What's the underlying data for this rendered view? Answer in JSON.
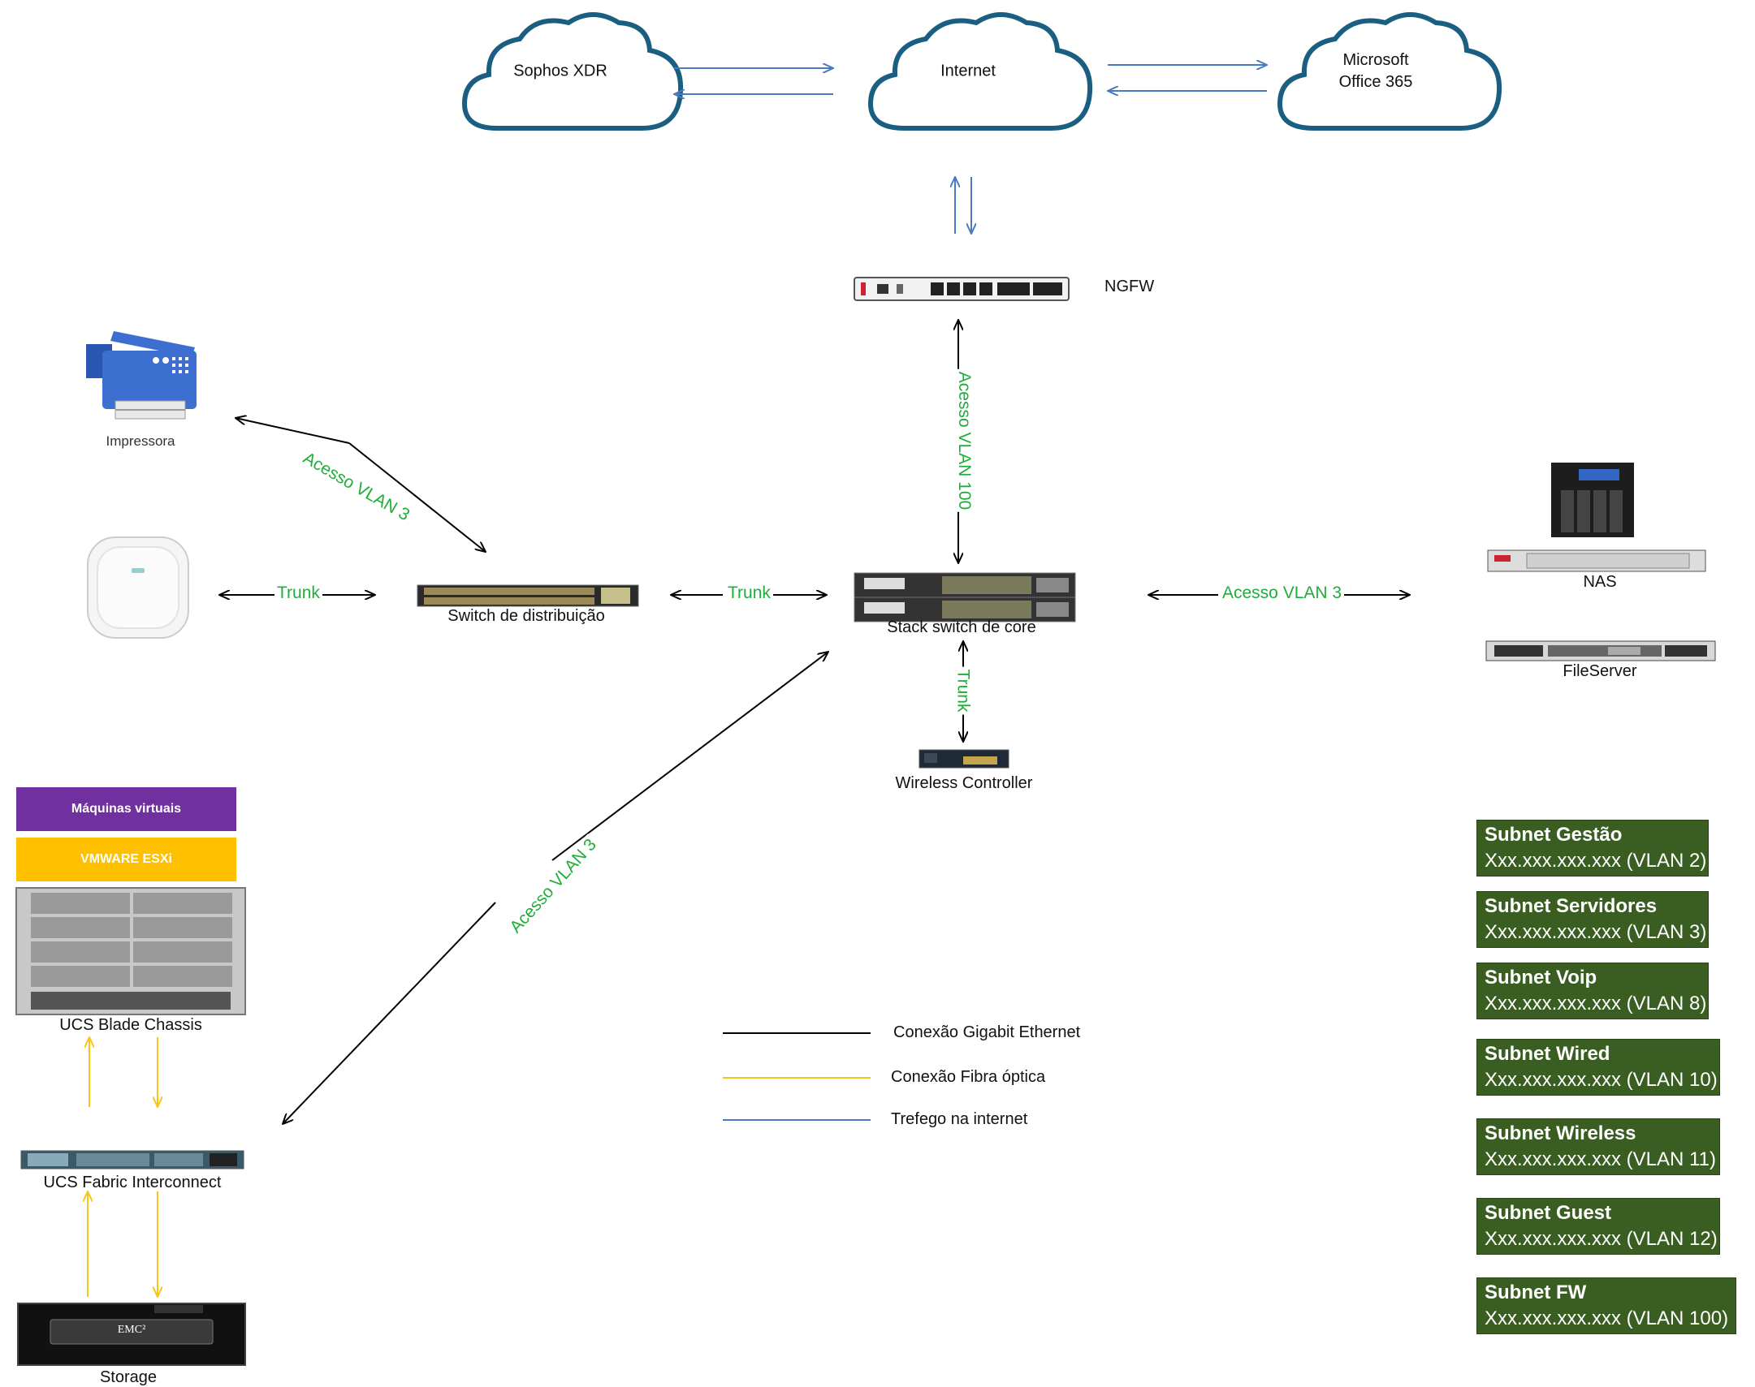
{
  "clouds": {
    "sophos": "Sophos XDR",
    "internet": "Internet",
    "office_line1": "Microsoft",
    "office_line2": "Office 365"
  },
  "devices": {
    "ngfw": "NGFW",
    "printer": "Impressora",
    "dist_switch": "Switch de distribuição",
    "core_switch": "Stack switch de core",
    "wlc": "Wireless Controller",
    "nas": "NAS",
    "fileserver": "FileServer",
    "ucs_chassis": "UCS Blade Chassis",
    "ucs_fabric": "UCS Fabric Interconnect",
    "storage": "Storage",
    "storage_brand": "EMC²",
    "vm_layer": "Máquinas virtuais",
    "esxi_layer": "VMWARE ESXi"
  },
  "links": {
    "printer_dist": "Acesso VLAN 3",
    "ap_dist": "Trunk",
    "dist_core": "Trunk",
    "core_ngfw": "Acesso VLAN 100",
    "core_wlc": "Trunk",
    "core_servers": "Acesso VLAN 3",
    "core_ucs": "Acesso VLAN 3"
  },
  "legend": [
    {
      "label": "Conexão Gigabit Ethernet",
      "color": "#000000"
    },
    {
      "label": "Conexão Fibra óptica",
      "color": "#f5c518"
    },
    {
      "label": "Trefego na internet",
      "color": "#4a78c2"
    }
  ],
  "subnets": [
    {
      "title": "Subnet Gestão",
      "range": "Xxx.xxx.xxx.xxx (VLAN 2)"
    },
    {
      "title": "Subnet Servidores",
      "range": "Xxx.xxx.xxx.xxx (VLAN 3)"
    },
    {
      "title": "Subnet Voip",
      "range": "Xxx.xxx.xxx.xxx (VLAN 8)"
    },
    {
      "title": "Subnet Wired",
      "range": "Xxx.xxx.xxx.xxx (VLAN 10)"
    },
    {
      "title": "Subnet Wireless",
      "range": "Xxx.xxx.xxx.xxx (VLAN 11)"
    },
    {
      "title": "Subnet Guest",
      "range": "Xxx.xxx.xxx.xxx (VLAN 12)"
    },
    {
      "title": "Subnet FW",
      "range": "Xxx.xxx.xxx.xxx (VLAN 100)"
    }
  ],
  "colors": {
    "cloud_stroke": "#1a5f82",
    "ethernet": "#000000",
    "fiber": "#f5c518",
    "internet": "#4a78c2",
    "label_green": "#1fae3a",
    "subnet_bg": "#3a5e22",
    "vm_purple": "#7030a0",
    "esxi_orange": "#ffc000"
  }
}
